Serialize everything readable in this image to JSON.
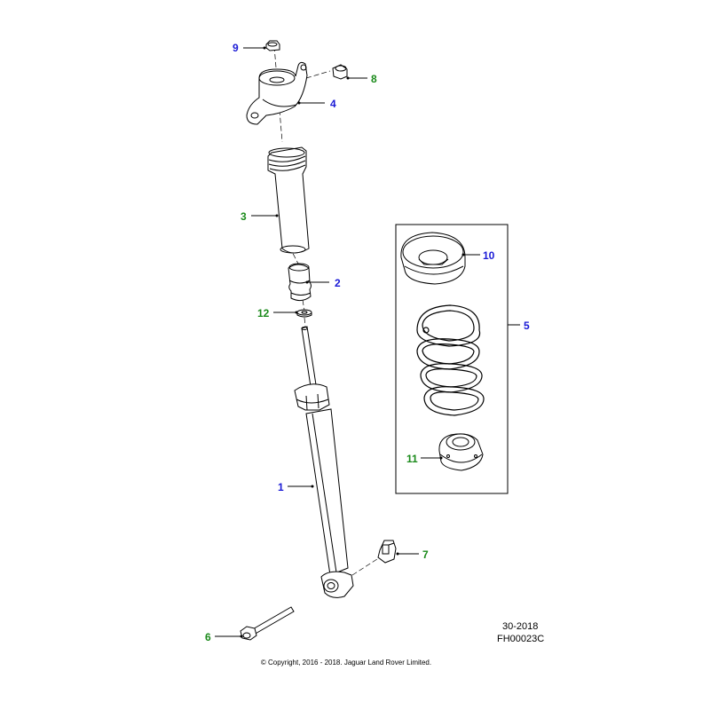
{
  "colors": {
    "blue_callout": "#1a1ad6",
    "green_callout": "#1a8a1a",
    "line": "#000000"
  },
  "callouts": [
    {
      "id": "1",
      "label": "1",
      "color": "blue"
    },
    {
      "id": "2",
      "label": "2",
      "color": "blue"
    },
    {
      "id": "3",
      "label": "3",
      "color": "green"
    },
    {
      "id": "4",
      "label": "4",
      "color": "blue"
    },
    {
      "id": "5",
      "label": "5",
      "color": "blue"
    },
    {
      "id": "6",
      "label": "6",
      "color": "green"
    },
    {
      "id": "7",
      "label": "7",
      "color": "green"
    },
    {
      "id": "8",
      "label": "8",
      "color": "green"
    },
    {
      "id": "9",
      "label": "9",
      "color": "blue"
    },
    {
      "id": "10",
      "label": "10",
      "color": "blue"
    },
    {
      "id": "11",
      "label": "11",
      "color": "green"
    },
    {
      "id": "12",
      "label": "12",
      "color": "green"
    }
  ],
  "reference": {
    "section": "30-2018",
    "figure": "FH00023C"
  },
  "copyright": "© Copyright, 2016 - 2018. Jaguar Land Rover Limited."
}
